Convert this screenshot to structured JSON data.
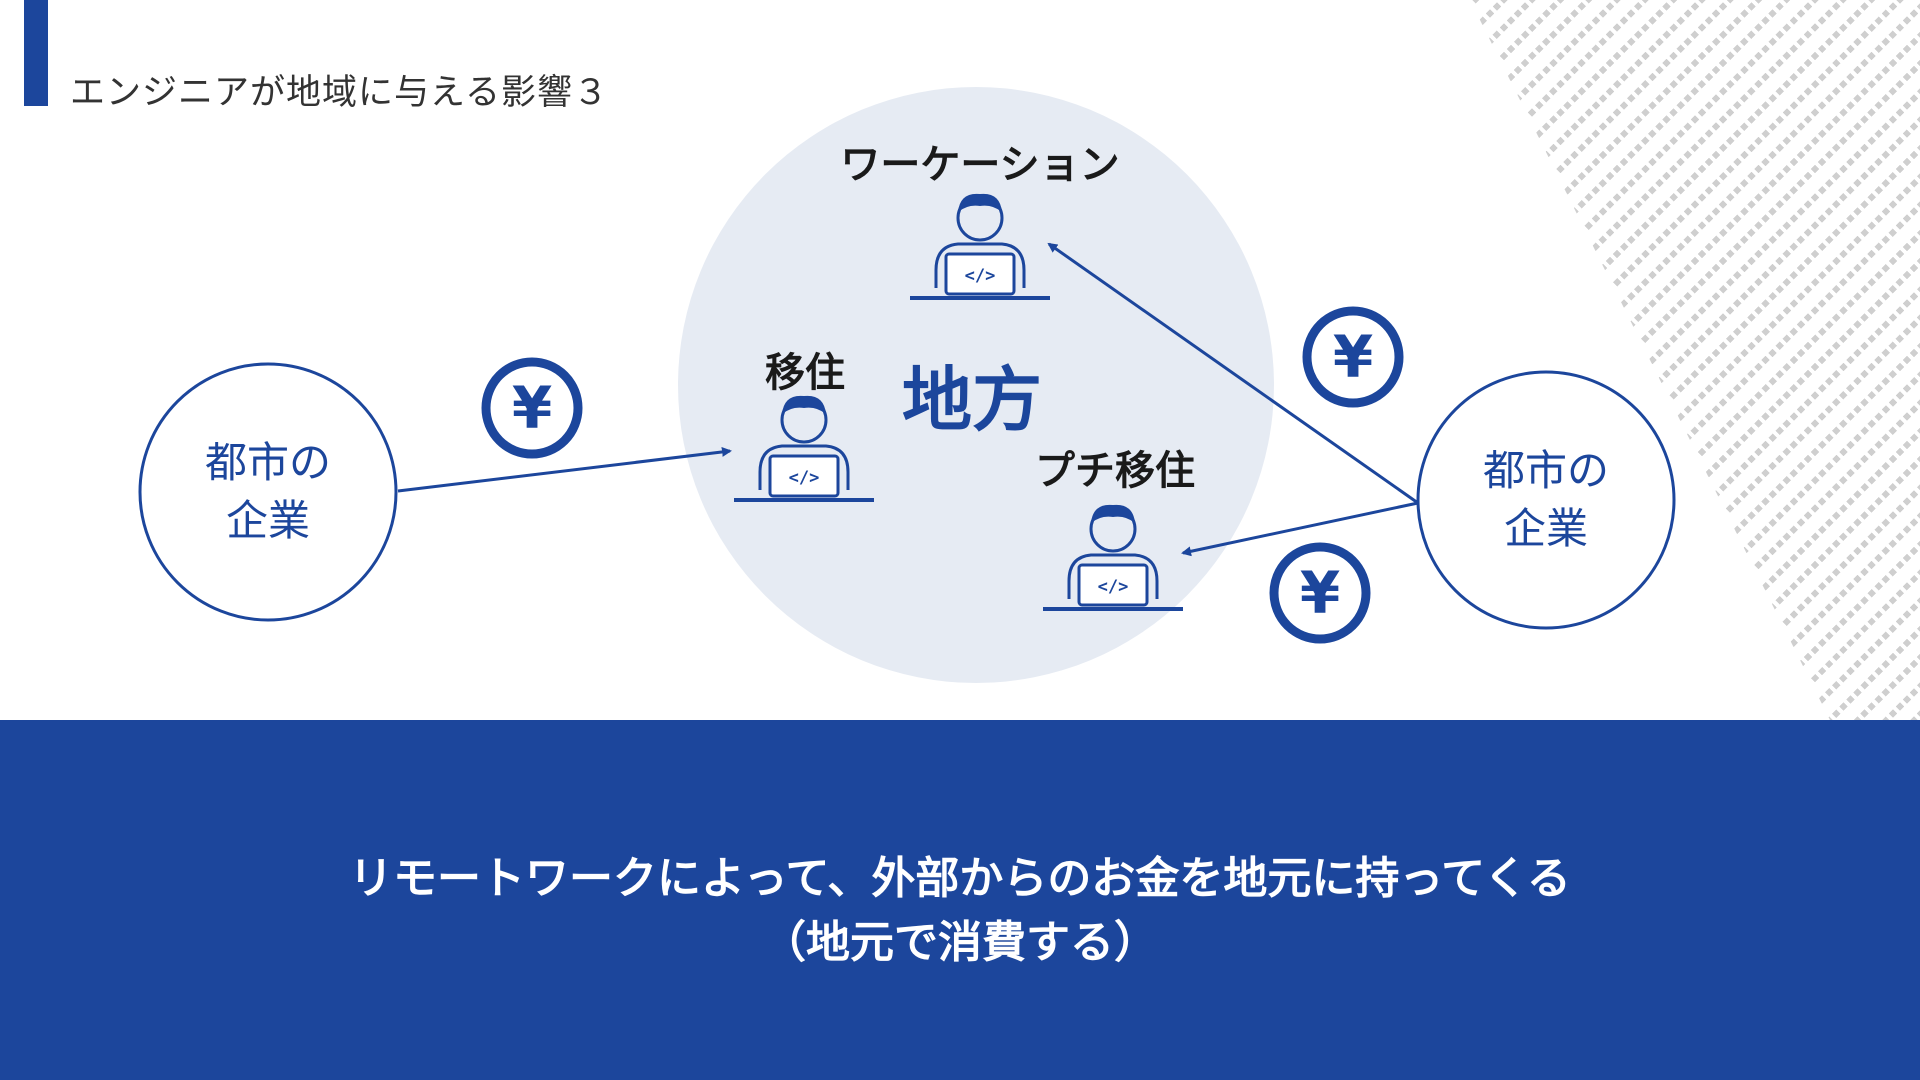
{
  "title": "エンジニアが地域に与える影響３",
  "region": {
    "label": "地方"
  },
  "engineers": {
    "workation": "ワーケーション",
    "relocation": "移住",
    "petit_relocation": "プチ移住"
  },
  "companies": {
    "left": {
      "line1": "都市の",
      "line2": "企業"
    },
    "right": {
      "line1": "都市の",
      "line2": "企業"
    }
  },
  "yen_symbol": "¥",
  "banner": {
    "line1": "リモートワークによって、外部からのお金を地元に持ってくる",
    "line2": "（地元で消費する）"
  },
  "colors": {
    "brand_blue": "#1c469c",
    "region_circle": "#e6ebf3",
    "title_text": "#333333"
  },
  "icons": [
    "engineer-laptop-icon",
    "yen-coin-icon",
    "arrow-icon"
  ]
}
